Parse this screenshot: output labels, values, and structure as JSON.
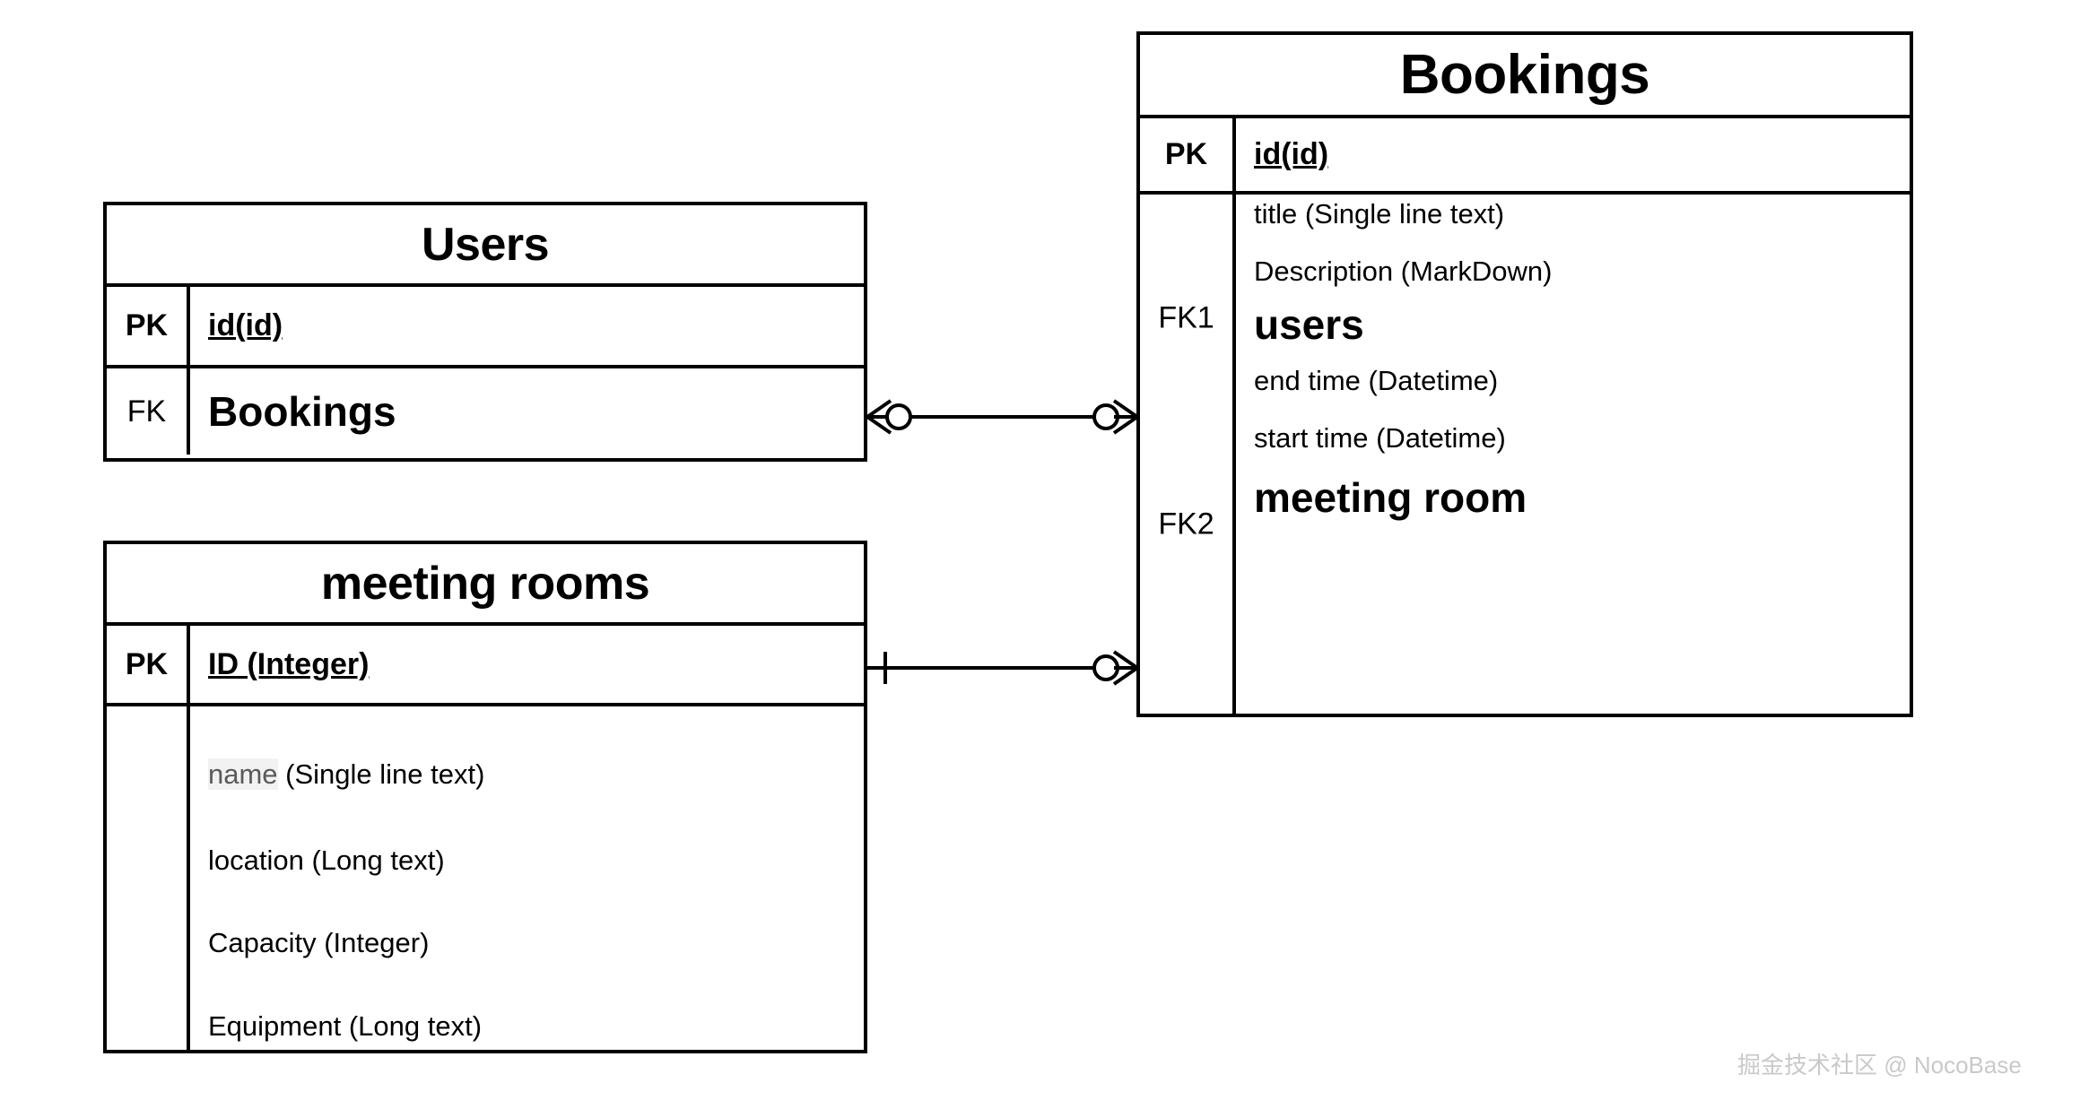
{
  "diagram": {
    "type": "entity-relationship-diagram",
    "background": "#ffffff",
    "line_color": "#000000",
    "highlight_color": "#f2f2f2"
  },
  "entities": {
    "users": {
      "title": "Users",
      "rows": [
        {
          "key": "PK",
          "field": "id(id) ",
          "style": "pk"
        },
        {
          "key": "FK",
          "field": "Bookings",
          "style": "relation"
        }
      ]
    },
    "meeting_rooms": {
      "title": "meeting rooms",
      "pk_row": {
        "key": "PK",
        "field": "ID (Integer)"
      },
      "fields": [
        {
          "name": "name",
          "type": "(Single line text)",
          "highlighted": true
        },
        {
          "name": "location",
          "type": "(Long text)",
          "highlighted": false
        },
        {
          "name": "Capacity",
          "type": "(Integer)",
          "highlighted": false
        },
        {
          "name": "Equipment",
          "type": "(Long text)",
          "highlighted": false
        }
      ]
    },
    "bookings": {
      "title": "Bookings",
      "pk_row": {
        "key": "PK",
        "field": "id(id) "
      },
      "keys": [
        {
          "label": "FK1"
        },
        {
          "label": "FK2"
        }
      ],
      "fields": [
        {
          "text": "title (Single line text)",
          "style": "plain"
        },
        {
          "text": "Description (MarkDown)",
          "style": "plain"
        },
        {
          "text": "users",
          "style": "relation"
        },
        {
          "text": "end time (Datetime)",
          "style": "plain"
        },
        {
          "text": "start time (Datetime)",
          "style": "plain"
        },
        {
          "text": "meeting room",
          "style": "relation"
        }
      ]
    }
  },
  "relationships": [
    {
      "id": "users-bookings",
      "from": "Users.Bookings",
      "to": "Bookings.users",
      "from_cardinality": "zero-or-many",
      "to_cardinality": "zero-or-many"
    },
    {
      "id": "meetingrooms-bookings",
      "from": "meeting rooms.ID (Integer)",
      "to": "Bookings.meeting room",
      "from_cardinality": "exactly-one",
      "to_cardinality": "zero-or-many"
    }
  ],
  "watermark": {
    "text": "掘金技术社区 @ NocoBase"
  }
}
